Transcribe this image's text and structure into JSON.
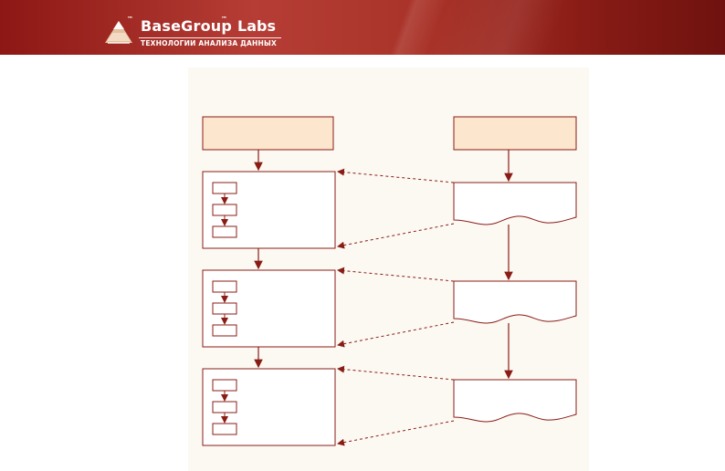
{
  "header": {
    "brand_name": "BaseGroup",
    "brand_suffix": "Labs",
    "tagline": "ТЕХНОЛОГИИ АНАЛИЗА ДАННЫХ",
    "trademark_left": "™",
    "trademark_right": "™",
    "logo_icon": "triangle-logo-icon"
  },
  "colors": {
    "header_dark": "#8d1714",
    "header_mid": "#b53d35",
    "header_light": "#a83228",
    "diagram_background": "#fcf9f3",
    "box_fill": "#fce6ce",
    "stroke": "#8a1c16"
  }
}
